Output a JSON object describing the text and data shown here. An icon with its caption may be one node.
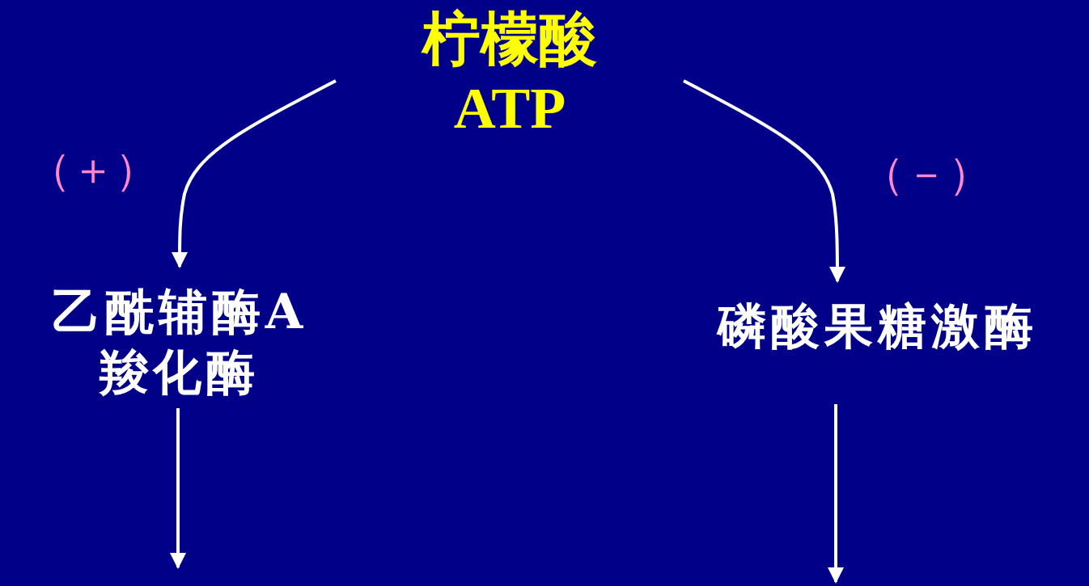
{
  "diagram": {
    "nodes": [
      {
        "text": [
          "柠檬酸",
          "ATP"
        ]
      },
      {
        "text": [
          "乙酰辅酶A羧化酶"
        ]
      },
      {
        "text": [
          "磷酸果糖激酶"
        ]
      }
    ],
    "edges": [
      {
        "from": 0,
        "to": 1,
        "arrow": "to",
        "label": "（＋）"
      },
      {
        "from": 0,
        "to": 2,
        "arrow": "to",
        "label": "（－）"
      },
      {
        "from": 1,
        "to": null,
        "arrow": "to"
      },
      {
        "from": 2,
        "to": null,
        "arrow": "to"
      }
    ]
  }
}
